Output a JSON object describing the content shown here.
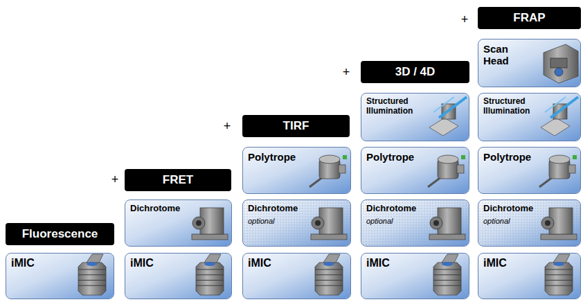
{
  "diagram": {
    "nodes": [
      {
        "text": [
          "Fluorescence"
        ]
      },
      {
        "text": [
          "iMIC"
        ]
      },
      {
        "text": [
          "FRET"
        ]
      },
      {
        "text": [
          "Dichrotome"
        ]
      },
      {
        "text": [
          "iMIC"
        ]
      },
      {
        "text": [
          "TIRF"
        ]
      },
      {
        "text": [
          "Polytrope"
        ]
      },
      {
        "text": [
          "Dichrotome",
          "optional"
        ]
      },
      {
        "text": [
          "iMIC"
        ]
      },
      {
        "text": [
          "3D / 4D"
        ]
      },
      {
        "text": [
          "Structured Illumination"
        ]
      },
      {
        "text": [
          "Polytrope"
        ]
      },
      {
        "text": [
          "Dichrotome",
          "optional"
        ]
      },
      {
        "text": [
          "iMIC"
        ]
      },
      {
        "text": [
          "FRAP"
        ]
      },
      {
        "text": [
          "Scan Head"
        ]
      },
      {
        "text": [
          "Structured Illumination"
        ]
      },
      {
        "text": [
          "Polytrope"
        ]
      },
      {
        "text": [
          "Dichrotome",
          "optional"
        ]
      },
      {
        "text": [
          "iMIC"
        ]
      }
    ],
    "labels": [
      "+",
      "+",
      "+",
      "+"
    ]
  }
}
